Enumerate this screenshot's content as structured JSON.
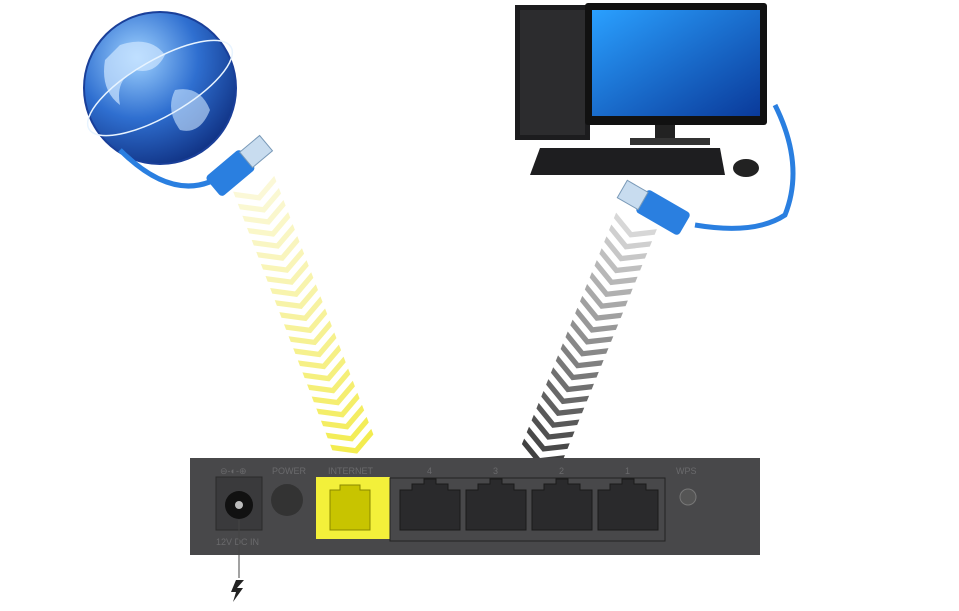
{
  "router": {
    "dc_label": "12V DC IN",
    "power_label": "POWER",
    "internet_label": "INTERNET",
    "lan_ports": [
      "4",
      "3",
      "2",
      "1"
    ],
    "wps_label": "WPS"
  },
  "colors": {
    "router_body": "#48484a",
    "internet_port": "#f3f03a",
    "wan_chevrons": "#f3ee6a",
    "lan_chevrons": "#555555",
    "cable": "#2a7fe0"
  },
  "icons": [
    "globe-icon",
    "computer-icon",
    "ethernet-plug-icon",
    "lightning-icon"
  ]
}
